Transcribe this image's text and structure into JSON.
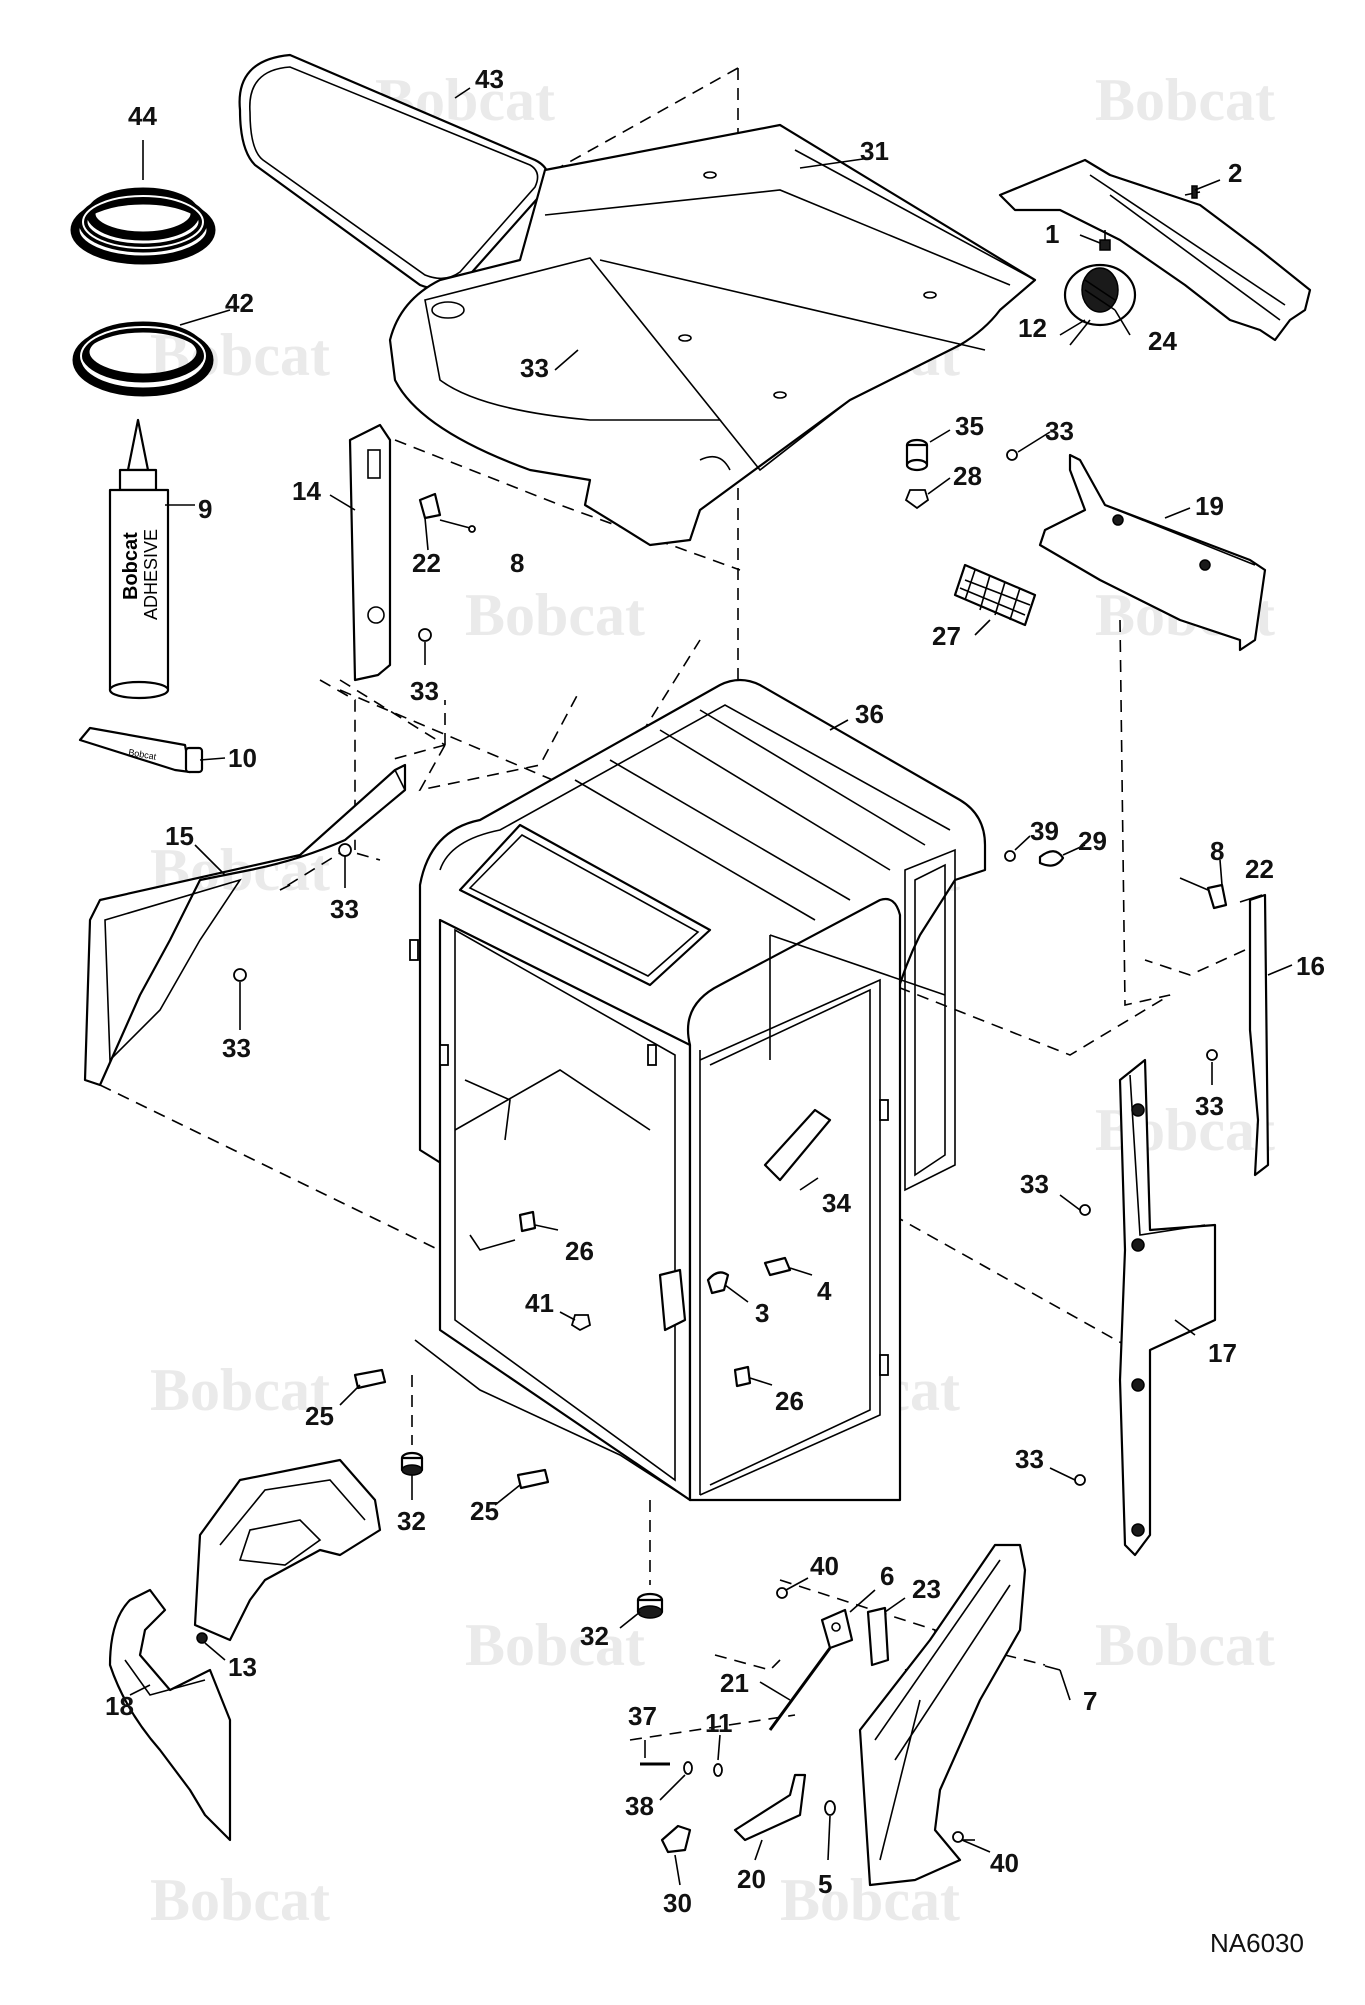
{
  "diagram": {
    "watermark_text": "Bobcat",
    "drawing_id": "NA6030",
    "adhesive_brand": "Bobcat",
    "adhesive_label": "ADHESIVE",
    "tube_label": "Bobcat"
  },
  "callouts": [
    {
      "id": "c1",
      "text": "1"
    },
    {
      "id": "c2",
      "text": "2"
    },
    {
      "id": "c3",
      "text": "3"
    },
    {
      "id": "c4",
      "text": "4"
    },
    {
      "id": "c5",
      "text": "5"
    },
    {
      "id": "c6",
      "text": "6"
    },
    {
      "id": "c7",
      "text": "7"
    },
    {
      "id": "c8a",
      "text": "8"
    },
    {
      "id": "c8b",
      "text": "8"
    },
    {
      "id": "c9",
      "text": "9"
    },
    {
      "id": "c10",
      "text": "10"
    },
    {
      "id": "c11",
      "text": "11"
    },
    {
      "id": "c12",
      "text": "12"
    },
    {
      "id": "c13",
      "text": "13"
    },
    {
      "id": "c14",
      "text": "14"
    },
    {
      "id": "c15",
      "text": "15"
    },
    {
      "id": "c16",
      "text": "16"
    },
    {
      "id": "c17",
      "text": "17"
    },
    {
      "id": "c18",
      "text": "18"
    },
    {
      "id": "c19",
      "text": "19"
    },
    {
      "id": "c20",
      "text": "20"
    },
    {
      "id": "c21",
      "text": "21"
    },
    {
      "id": "c22a",
      "text": "22"
    },
    {
      "id": "c22b",
      "text": "22"
    },
    {
      "id": "c23",
      "text": "23"
    },
    {
      "id": "c24",
      "text": "24"
    },
    {
      "id": "c25a",
      "text": "25"
    },
    {
      "id": "c25b",
      "text": "25"
    },
    {
      "id": "c26a",
      "text": "26"
    },
    {
      "id": "c26b",
      "text": "26"
    },
    {
      "id": "c27",
      "text": "27"
    },
    {
      "id": "c28",
      "text": "28"
    },
    {
      "id": "c29",
      "text": "29"
    },
    {
      "id": "c30",
      "text": "30"
    },
    {
      "id": "c31",
      "text": "31"
    },
    {
      "id": "c32a",
      "text": "32"
    },
    {
      "id": "c32b",
      "text": "32"
    },
    {
      "id": "c33a",
      "text": "33"
    },
    {
      "id": "c33b",
      "text": "33"
    },
    {
      "id": "c33c",
      "text": "33"
    },
    {
      "id": "c33d",
      "text": "33"
    },
    {
      "id": "c33e",
      "text": "33"
    },
    {
      "id": "c33f",
      "text": "33"
    },
    {
      "id": "c33g",
      "text": "33"
    },
    {
      "id": "c33h",
      "text": "33"
    },
    {
      "id": "c34",
      "text": "34"
    },
    {
      "id": "c35",
      "text": "35"
    },
    {
      "id": "c36",
      "text": "36"
    },
    {
      "id": "c37",
      "text": "37"
    },
    {
      "id": "c38",
      "text": "38"
    },
    {
      "id": "c39",
      "text": "39"
    },
    {
      "id": "c40a",
      "text": "40"
    },
    {
      "id": "c40b",
      "text": "40"
    },
    {
      "id": "c41",
      "text": "41"
    },
    {
      "id": "c42",
      "text": "42"
    },
    {
      "id": "c43",
      "text": "43"
    },
    {
      "id": "c44",
      "text": "44"
    }
  ]
}
